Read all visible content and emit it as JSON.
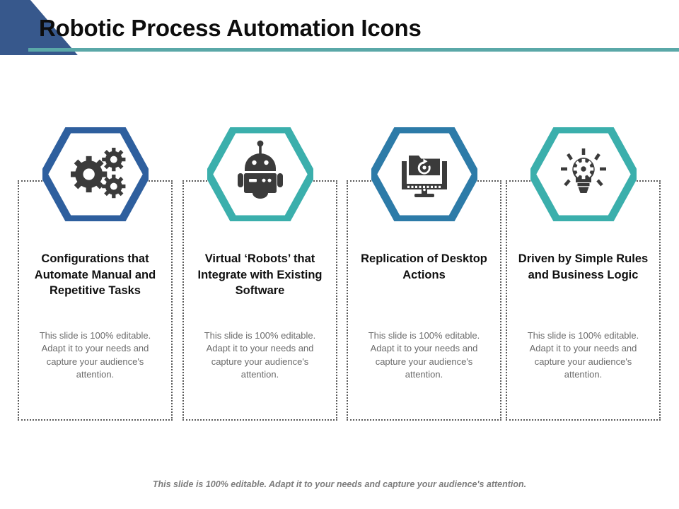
{
  "header": {
    "title": "Robotic Process Automation Icons",
    "accent_triangle_color": "#37588C",
    "rule_color": "#5aa8a8"
  },
  "columns": [
    {
      "icon_name": "gears-icon",
      "hex_color": "#2E5F9E",
      "title": "Configurations that Automate Manual and Repetitive Tasks",
      "body": "This slide is 100% editable. Adapt it to your needs and capture your audience's attention."
    },
    {
      "icon_name": "robot-head-icon",
      "hex_color": "#3BAFAC",
      "title": "Virtual ‘Robots’ that Integrate with Existing Software",
      "body": "This slide is 100% editable. Adapt it to your needs and capture your audience's attention."
    },
    {
      "icon_name": "desktop-folder-refresh-icon",
      "hex_color": "#2D7BA8",
      "title": "Replication of Desktop Actions",
      "body": "This slide is 100% editable. Adapt it to your needs and capture your audience's attention."
    },
    {
      "icon_name": "lightbulb-gear-icon",
      "hex_color": "#3BAFAC",
      "title": "Driven by Simple Rules and Business Logic",
      "body": "This slide is 100% editable. Adapt it to your needs and capture your audience's attention."
    }
  ],
  "footer": {
    "note": "This slide is 100% editable. Adapt it to your needs and capture your audience's attention."
  },
  "palette": {
    "icon_dark": "#3B3B3B",
    "title_text": "#101010",
    "body_text": "#6b6b6b",
    "dashed_border": "#5a5a5a"
  }
}
